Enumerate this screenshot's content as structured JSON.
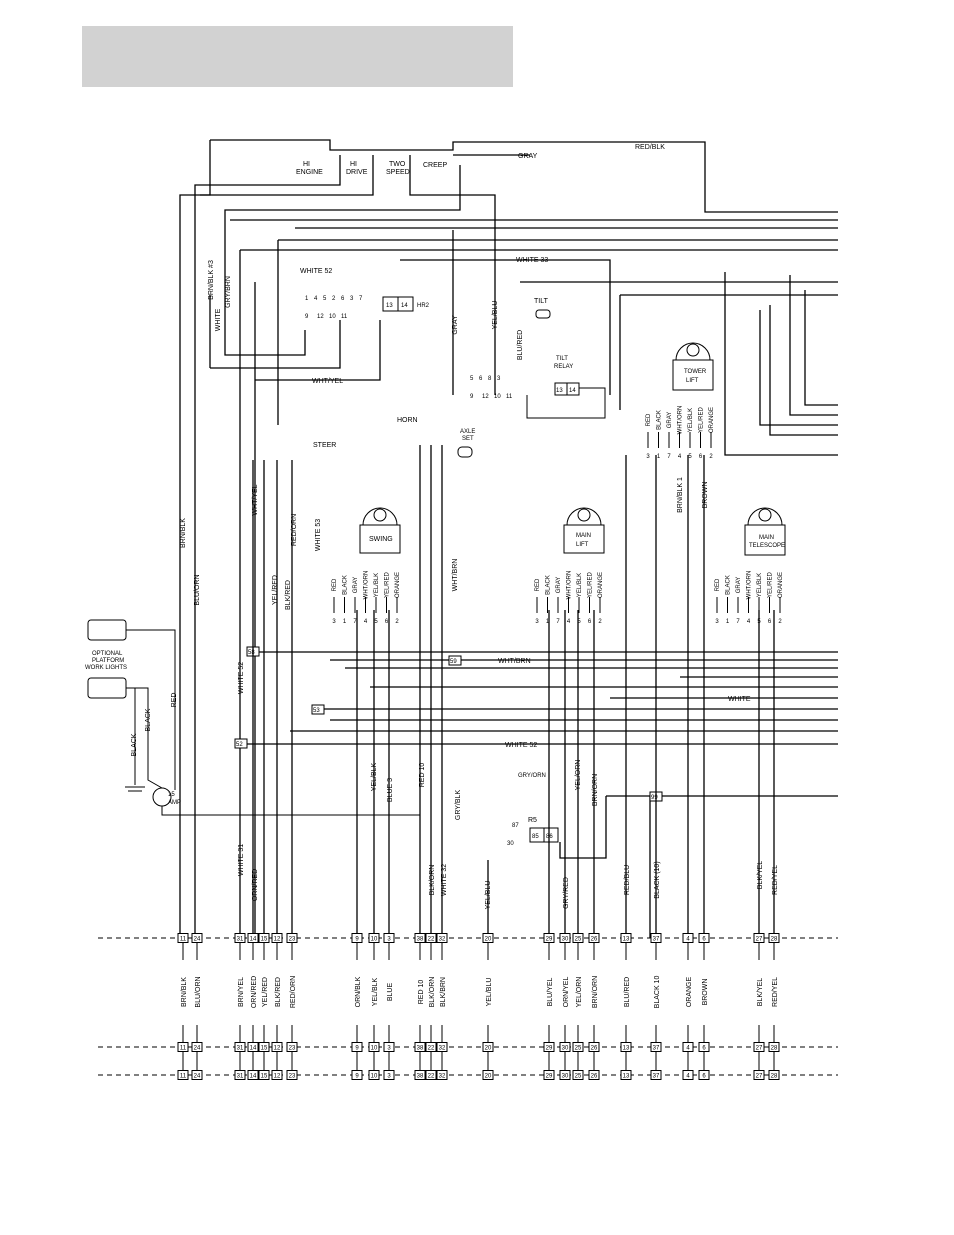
{
  "header": {
    "fill": "#d2d2d2"
  },
  "switches": {
    "hi_engine": [
      "HI",
      "ENGINE"
    ],
    "hi_drive": [
      "HI",
      "DRIVE"
    ],
    "two_speed": [
      "TWO",
      "SPEED"
    ],
    "creep": "CREEP"
  },
  "relays": {
    "hr2": "HR2",
    "hr2_pins": [
      "13",
      "14"
    ],
    "tilt_relay": [
      "TILT",
      "RELAY"
    ],
    "tilt_relay_pins": [
      "13",
      "14"
    ],
    "r5": "R5",
    "r5_pins": [
      "87",
      "30",
      "85",
      "86"
    ]
  },
  "components": {
    "tilt": "TILT",
    "horn": "HORN",
    "axle_set": [
      "AXLE",
      "SET"
    ],
    "steer": "STEER",
    "fuse": [
      "15",
      "AMP"
    ],
    "work_lights": [
      "OPTIONAL",
      "PLATFORM",
      "WORK LIGHTS"
    ]
  },
  "controllers": [
    {
      "name": [
        "SWING"
      ],
      "pins": [
        "RED",
        "BLACK",
        "GRAY",
        "WHT/ORN",
        "YEL/BLK",
        "YEL/RED",
        "ORANGE"
      ],
      "nums": [
        "3",
        "1",
        "7",
        "4",
        "5",
        "6",
        "2"
      ]
    },
    {
      "name": [
        "MAIN",
        "LIFT"
      ],
      "pins": [
        "RED",
        "BLACK",
        "GRAY",
        "WHT/ORN",
        "YEL/BLK",
        "YEL/RED",
        "ORANGE"
      ],
      "nums": [
        "3",
        "1",
        "7",
        "4",
        "5",
        "6",
        "2"
      ]
    },
    {
      "name": [
        "TOWER",
        "LIFT"
      ],
      "pins": [
        "RED",
        "BLACK",
        "GRAY",
        "WHT/ORN",
        "YEL/BLK",
        "YEL/RED",
        "ORANGE"
      ],
      "nums": [
        "3",
        "1",
        "7",
        "4",
        "5",
        "6",
        "2"
      ]
    },
    {
      "name": [
        "MAIN",
        "TELESCOPE"
      ],
      "pins": [
        "RED",
        "BLACK",
        "GRAY",
        "WHT/ORN",
        "YEL/BLK",
        "YEL/RED",
        "ORANGE"
      ],
      "nums": [
        "3",
        "1",
        "7",
        "4",
        "5",
        "6",
        "2"
      ]
    }
  ],
  "wire_labels": {
    "top": [
      "RED/BLK",
      "GRAY",
      "WHITE 52",
      "WHITE 33",
      "WHT/YEL"
    ],
    "vertical": [
      "BRN/BLK #3",
      "WHITE",
      "GRY/BRN",
      "GRAY",
      "YEL/BLU",
      "BLU/RED",
      "BRN/BLK",
      "BLU/ORN",
      "WHT/YEL",
      "YEL/RED",
      "BLK/RED",
      "RED/ORN",
      "WHITE 53",
      "WHITE 52",
      "WHITE 31",
      "ORN/RED",
      "WHT/BRN",
      "YEL/BLK",
      "BLUE 3",
      "RED 10",
      "GRY/BLK",
      "BLK/ORN",
      "WHITE 32",
      "YEL/BLU",
      "GRY/RED",
      "YEL/ORN",
      "BRN/ORN",
      "RED/BLU",
      "BLACK (10)",
      "BLK/YEL",
      "RED/YEL",
      "BRN/BLK 1",
      "BROWN",
      "BLACK",
      "RED"
    ],
    "horizontal": [
      "WHT/BRN",
      "WHITE",
      "WHITE 52",
      "GRY/ORN"
    ]
  },
  "splices": [
    "58",
    "59",
    "53",
    "52",
    "99"
  ],
  "connector_pins": [
    "11",
    "24",
    "31",
    "14",
    "15",
    "12",
    "23",
    "9",
    "10",
    "3",
    "38",
    "22",
    "32",
    "20",
    "29",
    "30",
    "25",
    "26",
    "13",
    "37",
    "4",
    "6",
    "27",
    "28"
  ],
  "bottom_labels": [
    "BRN/BLK",
    "BLU/ORN",
    "BRN/YEL",
    "ORN/RED",
    "YEL/RED",
    "BLK/RED",
    "RED/ORN",
    "ORN/BLK",
    "YEL/BLK",
    "BLUE",
    "RED 10",
    "BLK/ORN",
    "BLK/BRN",
    "YEL/BLU",
    "BLU/YEL",
    "ORN/YEL",
    "YEL/ORN",
    "BRN/ORN",
    "BLU/RED",
    "BLACK 10",
    "ORANGE",
    "BROWN",
    "BLK/YEL",
    "RED/YEL"
  ]
}
